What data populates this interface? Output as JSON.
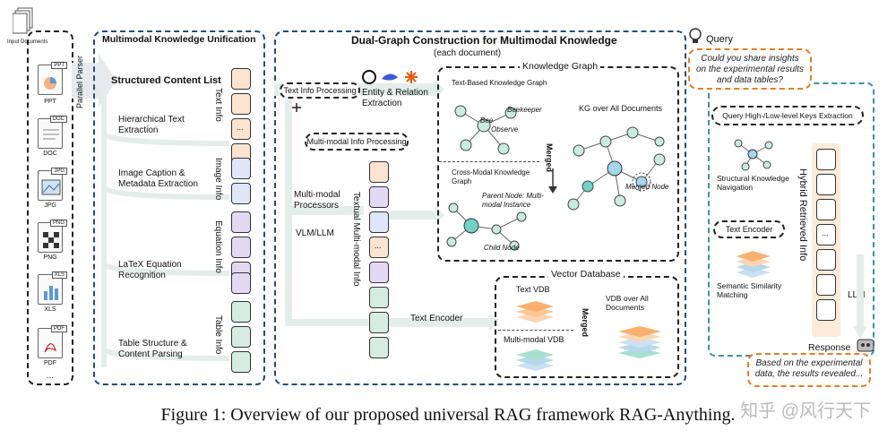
{
  "input": {
    "title": "Input Documents",
    "parser": "Parallel Parser",
    "docs": [
      {
        "tag": "PPT",
        "label": "PPT"
      },
      {
        "tag": "DOC",
        "label": "DOC"
      },
      {
        "tag": "JPG",
        "label": "JPG"
      },
      {
        "tag": "PNG",
        "label": "PNG"
      },
      {
        "tag": "XLS",
        "label": "XLS"
      },
      {
        "tag": "PDF",
        "label": "PDF"
      }
    ],
    "more": "..."
  },
  "unification": {
    "title": "Multimodal Knowledge Unification",
    "list_title": "Structured Content List",
    "steps": [
      "Hierarchical Text Extraction",
      "Image Caption & Metadata Extraction",
      "LaTeX Equation Recognition",
      "Table Structure & Content Parsing"
    ],
    "info_labels": [
      "Text Info",
      "Image Info",
      "Equation Info",
      "Table Info"
    ],
    "ellipsis": "...",
    "colors": {
      "text": "#fde3d0",
      "image": "#dfe6f7",
      "equation": "#e4d9f3",
      "table": "#d4ece2"
    }
  },
  "dual_graph": {
    "title": "Dual-Graph Construction for Multimodal Knowledge",
    "subtitle": "(each document)",
    "text_info_processing": "Text Info Processing",
    "entity_extraction": "Entity & Relation Extraction",
    "multimodal_processing": "Multi-modal Info Processing",
    "processors": "Multi-modal Processors",
    "vlm": "VLM/LLM",
    "textual_mm_info": "Textual Multi-modal Info",
    "text_encoder": "Text Encoder",
    "knowledge_graph": {
      "title": "Knowledge Graph",
      "text_based": "Text-Based Knowledge Graph",
      "nodes": {
        "bee": "Bee",
        "beekeeper": "Beekeeper",
        "observe": "Observe"
      },
      "cross_modal": "Cross-Modal Knowledge Graph",
      "parent_node": "Parent Node: Multi-modal Instance",
      "child_node": "Child Node",
      "merged": "Merged",
      "kg_all": "KG over All Documents",
      "merged_node": "Merged Node"
    },
    "vector_db": {
      "title": "Vector Database",
      "text_vdb": "Text VDB",
      "mm_vdb": "Multi-modal VDB",
      "merged": "Merged",
      "all": "VDB over All Documents"
    }
  },
  "retrieval": {
    "query_label": "Query",
    "query_text": "Could you share insights on the experimental results and data tables?",
    "keys_extraction": "Query High-/Low-level Keys Extraction",
    "structural_nav": "Structural Knowledge Navigation",
    "text_encoder": "Text Encoder",
    "semantic": "Semantic Similarity Matching",
    "hybrid": "Hybrid Retrieved Info",
    "llm": "LLM",
    "response_label": "Response",
    "response_text": "Based on the experimental data, the results revealed..."
  },
  "caption": "Figure 1: Overview of our proposed universal RAG framework RAG-Anything.",
  "watermark": "知乎 @风行天下"
}
